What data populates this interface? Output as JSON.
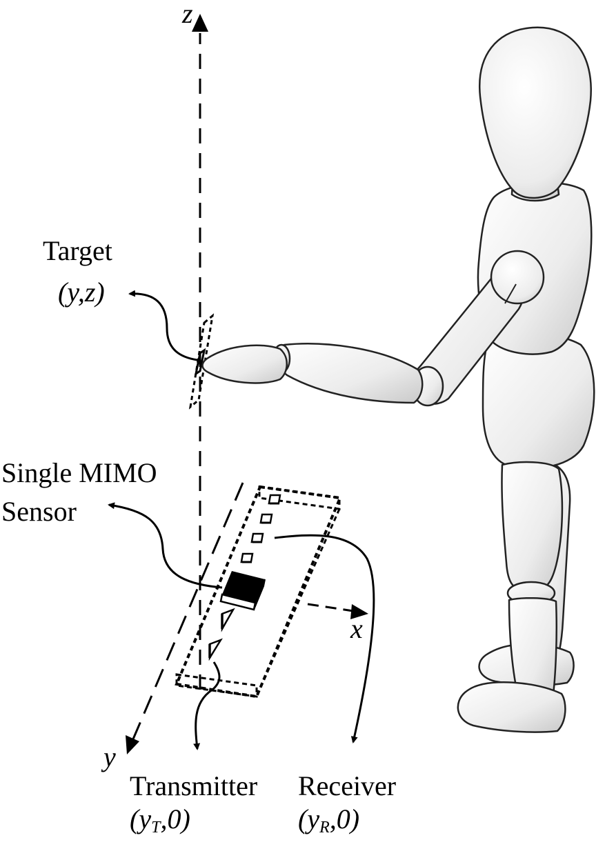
{
  "axes": {
    "z": "z",
    "x": "x",
    "y": "y"
  },
  "target": {
    "title": "Target",
    "coord": "(y,z)"
  },
  "sensor": {
    "line1": "Single MIMO",
    "line2": "Sensor"
  },
  "transmitter": {
    "title": "Transmitter",
    "coord_open": "(y",
    "coord_sub": "T",
    "coord_close": ",0)"
  },
  "receiver": {
    "title": "Receiver",
    "coord_open": "(y",
    "coord_sub": "R",
    "coord_close": ",0)"
  },
  "colors": {
    "ink": "#000000",
    "figure_fill": "#efefef",
    "figure_shade": "#d6d6d6",
    "figure_outline": "#222222"
  }
}
